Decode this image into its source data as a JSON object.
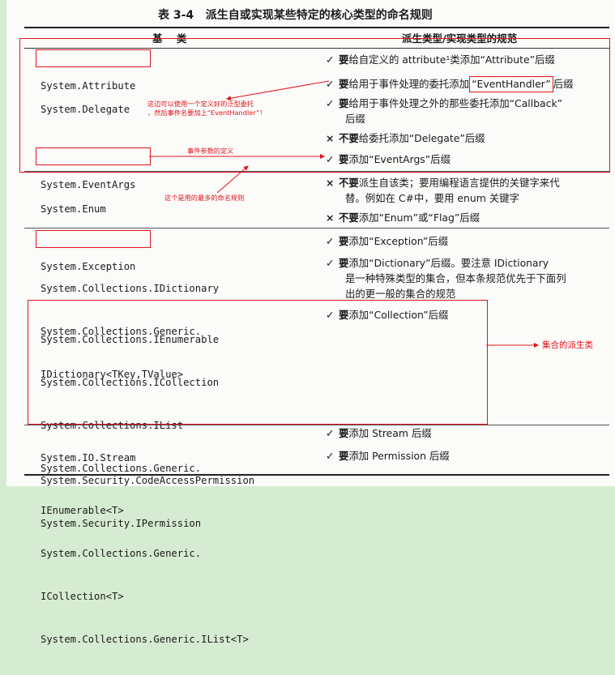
{
  "title": "表 3-4   派生自或实现某些特定的核心类型的命名规则",
  "headers": {
    "base": "基    类",
    "rule": "派生类型/实现类型的规范"
  },
  "rows": [
    {
      "base": [
        "System.Attribute"
      ],
      "rules": [
        {
          "mark": "✓",
          "verb": "要",
          "text": "给自定义的 attribute¹类添加“Attribute”后缀"
        }
      ]
    },
    {
      "base": [
        "System.Delegate"
      ],
      "rules": [
        {
          "mark": "✓",
          "verb": "要",
          "text": "给用于事件处理的委托添加",
          "boxed": "“EventHandler”",
          "suffix": "后缀"
        },
        {
          "mark": "✓",
          "verb": "要",
          "text": "给用于事件处理之外的那些委托添加“Callback”",
          "cont": "后缀"
        },
        {
          "mark": "×",
          "verb": "不要",
          "text": "给委托添加“Delegate”后缀"
        }
      ]
    },
    {
      "base": [
        "System.EventArgs"
      ],
      "rules": [
        {
          "mark": "✓",
          "verb": "要",
          "text": "添加“EventArgs”后缀"
        }
      ]
    },
    {
      "base": [
        "System.Enum"
      ],
      "rules": [
        {
          "mark": "×",
          "verb": "不要",
          "text": "派生自该类；要用编程语言提供的关键字来代",
          "cont": "替。例如在 C#中，要用 enum 关键字"
        },
        {
          "mark": "×",
          "verb": "不要",
          "text": "添加“Enum”或“Flag”后缀"
        }
      ]
    },
    {
      "base": [
        "System.Exception"
      ],
      "rules": [
        {
          "mark": "✓",
          "verb": "要",
          "text": "添加“Exception”后缀"
        }
      ]
    },
    {
      "base": [
        "System.Collections.IDictionary",
        "System.Collections.Generic.",
        "IDictionary<TKey,TValue>"
      ],
      "rules": [
        {
          "mark": "✓",
          "verb": "要",
          "text": "添加“Dictionary”后缀。要注意 IDictionary",
          "cont": "是一种特殊类型的集合，但本条规范优先于下面列",
          "cont2": "出的更一般的集合的规范"
        }
      ]
    },
    {
      "base": [
        "System.Collections.IEnumerable",
        "System.Collections.ICollection",
        "System.Collections.IList",
        "System.Collections.Generic.",
        "IEnumerable<T>",
        "System.Collections.Generic.",
        "ICollection<T>",
        "System.Collections.Generic.IList<T>"
      ],
      "rules": [
        {
          "mark": "✓",
          "verb": "要",
          "text": "添加“Collection”后缀"
        }
      ]
    },
    {
      "base": [
        "System.IO.Stream"
      ],
      "rules": [
        {
          "mark": "✓",
          "verb": "要",
          "text": "添加 Stream 后缀"
        }
      ]
    },
    {
      "base": [
        "System.Security.CodeAccessPermission",
        "System.Security.IPermission"
      ],
      "rules": [
        {
          "mark": "✓",
          "verb": "要",
          "text": "添加 Permission 后缀"
        }
      ]
    }
  ],
  "annotations": {
    "generic_delegate": "这边可以使用一个定义好的泛型委托\n，然后事件名要加上“EventHandler”！",
    "event_args": "事件参数的定义",
    "most_used": "这个是用的最多的命名规则",
    "collection": "集合的派生类"
  },
  "colors": {
    "annotation": "#e0141c",
    "background": "#d6ecd2"
  }
}
